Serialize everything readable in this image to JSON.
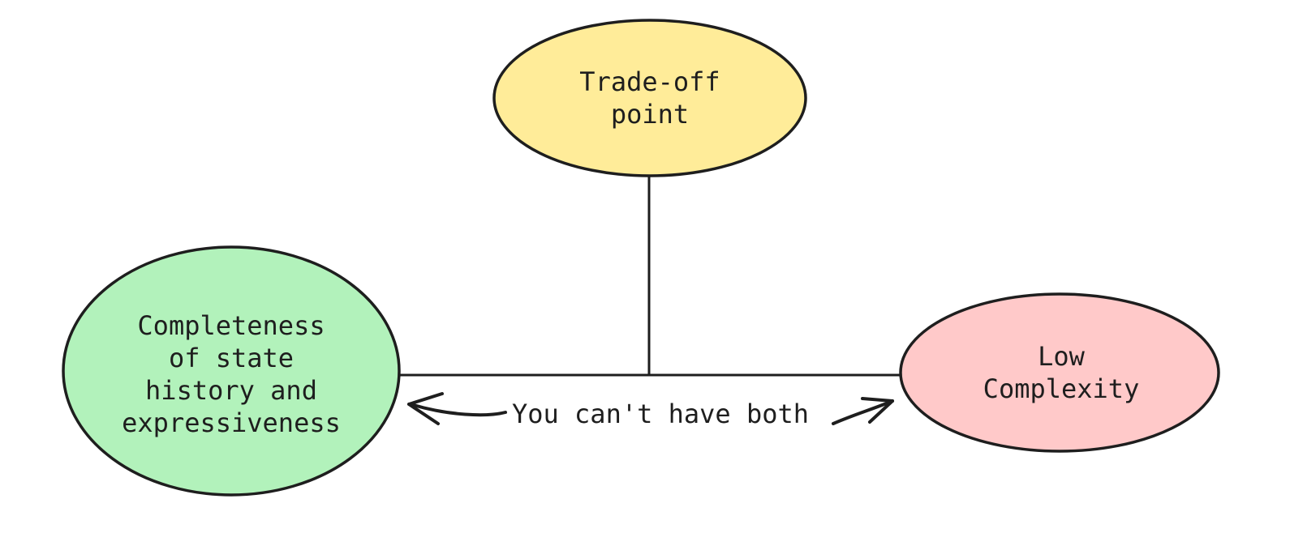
{
  "diagram": {
    "background": "#ffffff",
    "stroke_color": "#1e1e1e",
    "text_color": "#1e1e1e",
    "nodes": {
      "tradeoff": {
        "lines": [
          "Trade-off",
          "point"
        ],
        "fill": "#ffec99"
      },
      "completeness": {
        "lines": [
          "Completeness",
          "of state",
          "history and",
          "expressiveness"
        ],
        "fill": "#b2f2bb"
      },
      "low_complexity": {
        "lines": [
          "Low",
          "Complexity"
        ],
        "fill": "#ffc9c9"
      }
    },
    "annotation": {
      "label": "You can't have both"
    }
  }
}
